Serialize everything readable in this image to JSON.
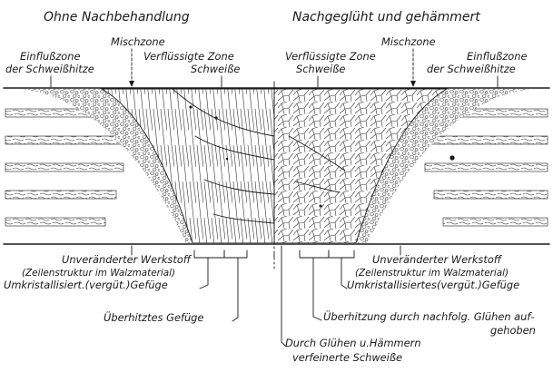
{
  "figure": {
    "left": {
      "title": "Ohne Nachbehandlung",
      "mischzone": "Mischzone",
      "einfluss_1": "Einflußzone",
      "einfluss_2": "der Schweißhitze",
      "verfl_1": "Verflüssigte Zone",
      "verfl_2": "Schweiße"
    },
    "right": {
      "title": "Nachgeglüht und gehämmert",
      "mischzone": "Mischzone",
      "verfl_1": "Verflüssigte Zone",
      "verfl_2": "Schweiße",
      "einfluss_1": "Einflußzone",
      "einfluss_2": "der Schweißhitze"
    },
    "bottom": {
      "left_base_1": "Unveränderter Werkstoff",
      "left_base_2": "(Zeilenstruktur im Walzmaterial)",
      "left_recryst": "Umkristallisiert.(vergüt.)Gefüge",
      "left_overheated": "Überhitztes Gefüge",
      "right_base_1": "Unveränderter Werkstoff",
      "right_base_2": "(Zeilenstruktur im Walzmaterial)",
      "right_recryst": "Umkristallisiertes(vergüt.)Gefüge",
      "right_overheat_1": "Überhitzung durch nachfolg. Glühen auf-",
      "right_overheat_2": "gehoben",
      "refined_1": "Durch Glühen u.Hämmern",
      "refined_2": "verfeinerte Schweiße"
    }
  }
}
